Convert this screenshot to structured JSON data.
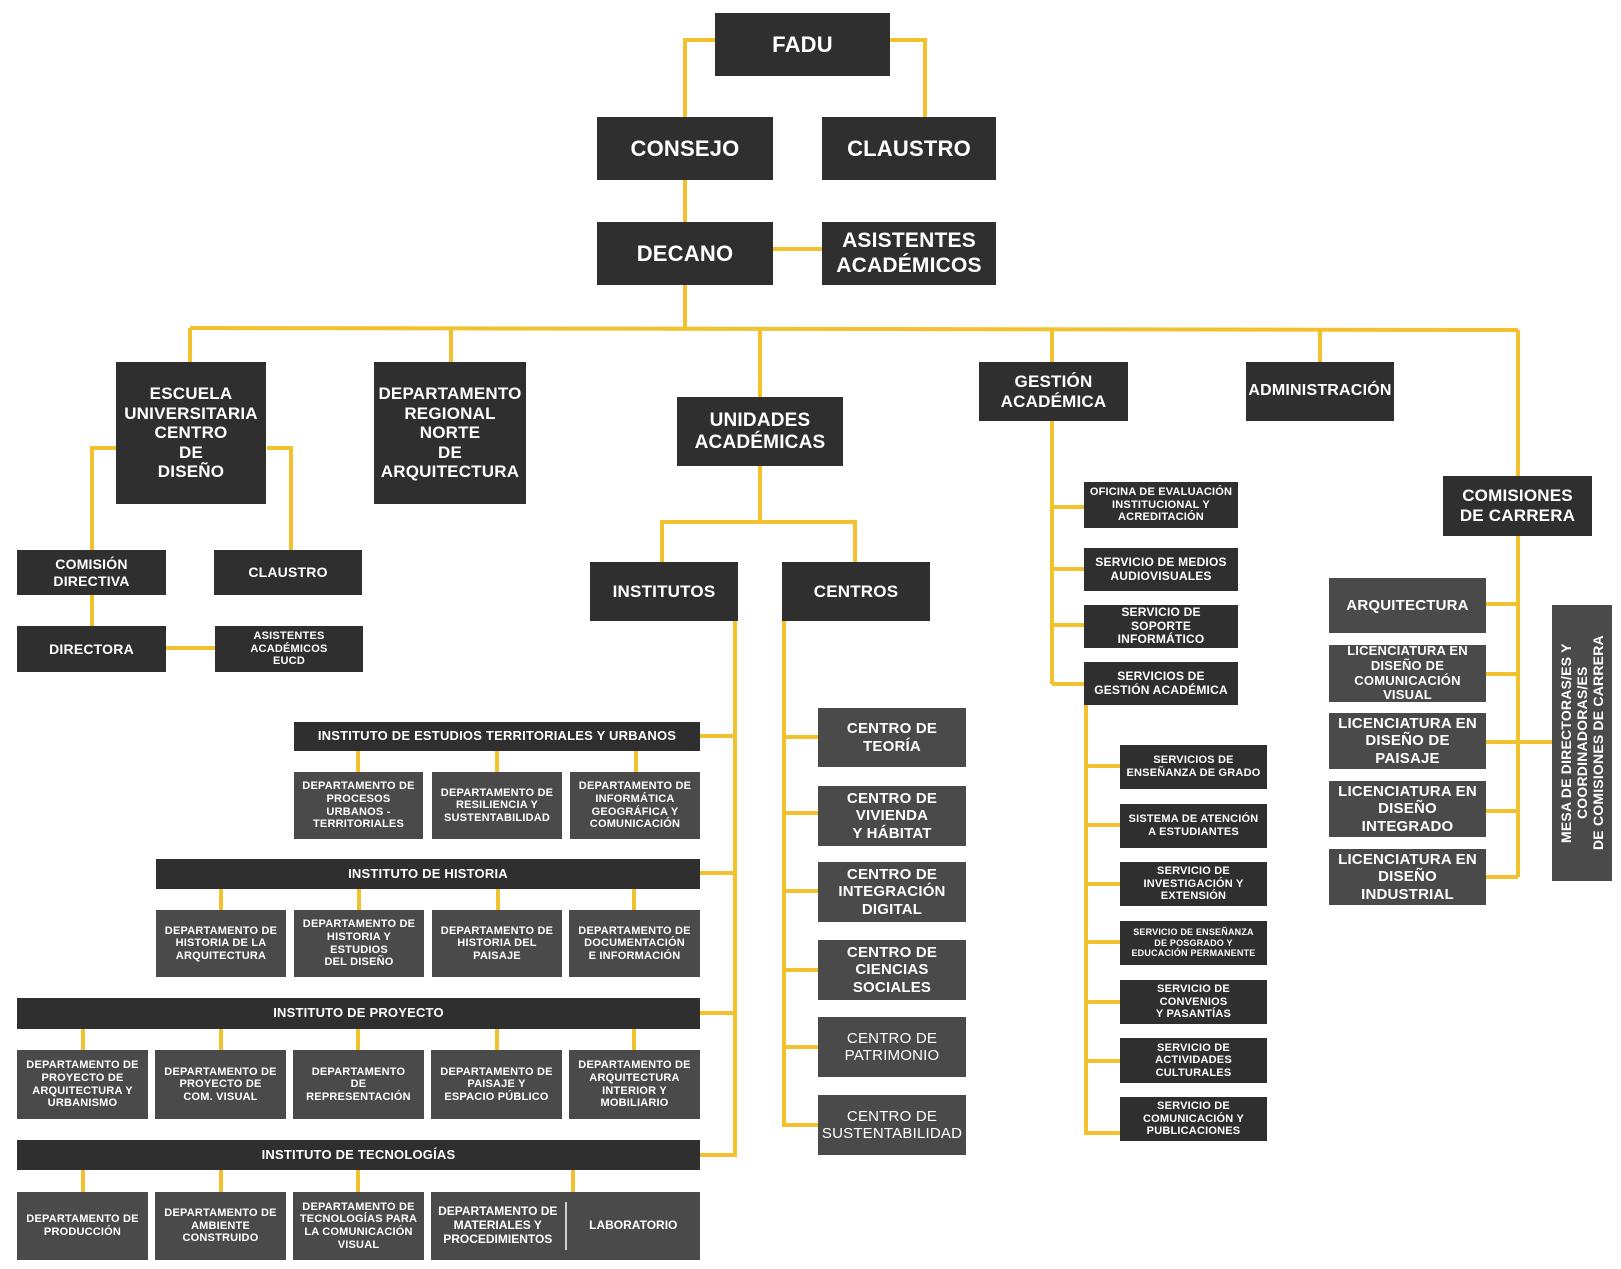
{
  "colors": {
    "connector": "#f2c12e",
    "box_dark": "#2f2f2f",
    "box_medium": "#4a4a4a",
    "text": "#ffffff"
  },
  "top": {
    "fadu": "FADU",
    "consejo": "CONSEJO",
    "claustro": "CLAUSTRO",
    "decano": "DECANO",
    "asistentes": "ASISTENTES\nACADÉMICOS"
  },
  "branches": {
    "escuela": "ESCUELA\nUNIVERSITARIA\nCENTRO\nDE\nDISEÑO",
    "departamento_regional": "DEPARTAMENTO\nREGIONAL\nNORTE\nDE\nARQUITECTURA",
    "unidades": "UNIDADES\nACADÉMICAS",
    "gestion": "GESTIÓN\nACADÉMICA",
    "administracion": "ADMINISTRACIÓN",
    "comisiones": "COMISIONES\nDE CARRERA"
  },
  "escuela": {
    "comision_directiva": "COMISIÓN\nDIRECTIVA",
    "claustro": "CLAUSTRO",
    "directora": "DIRECTORA",
    "asistentes_eucd": "ASISTENTES\nACADÉMICOS\nEUCD"
  },
  "unidades": {
    "institutos": "INSTITUTOS",
    "centros": "CENTROS",
    "instituto_territoriales": {
      "title": "INSTITUTO DE ESTUDIOS TERRITORIALES Y URBANOS",
      "departments": [
        "DEPARTAMENTO DE\nPROCESOS\nURBANOS -\nTERRITORIALES",
        "DEPARTAMENTO DE\nRESILIENCIA Y\nSUSTENTABILIDAD",
        "DEPARTAMENTO DE\nINFORMÁTICA\nGEOGRÁFICA Y\nCOMUNICACIÓN"
      ]
    },
    "instituto_historia": {
      "title": "INSTITUTO DE HISTORIA",
      "departments": [
        "DEPARTAMENTO DE\nHISTORIA DE LA\nARQUITECTURA",
        "DEPARTAMENTO DE\nHISTORIA Y\nESTUDIOS\nDEL DISEÑO",
        "DEPARTAMENTO DE\nHISTORIA DEL\nPAISAJE",
        "DEPARTAMENTO DE\nDOCUMENTACIÓN\nE INFORMACIÓN"
      ]
    },
    "instituto_proyecto": {
      "title": "INSTITUTO DE PROYECTO",
      "departments": [
        "DEPARTAMENTO DE\nPROYECTO DE\nARQUITECTURA Y\nURBANISMO",
        "DEPARTAMENTO DE\nPROYECTO DE\nCOM. VISUAL",
        "DEPARTAMENTO\nDE\nREPRESENTACIÓN",
        "DEPARTAMENTO DE\nPAISAJE Y\nESPACIO PÚBLICO",
        "DEPARTAMENTO DE\nARQUITECTURA\nINTERIOR Y\nMOBILIARIO"
      ]
    },
    "instituto_tecnologias": {
      "title": "INSTITUTO DE TECNOLOGÍAS",
      "departments": [
        "DEPARTAMENTO DE\nPRODUCCIÓN",
        "DEPARTAMENTO DE\nAMBIENTE\nCONSTRUIDO",
        "DEPARTAMENTO DE\nTECNOLOGÍAS PARA\nLA COMUNICACIÓN\nVISUAL",
        "DEPARTAMENTO DE\nMATERIALES Y\nPROCEDIMIENTOS"
      ],
      "laboratorio": "LABORATORIO"
    },
    "centros_list": [
      "CENTRO DE\nTEORÍA",
      "CENTRO DE\nVIVIENDA\nY HÁBITAT",
      "CENTRO DE\nINTEGRACIÓN\nDIGITAL",
      "CENTRO DE\nCIENCIAS\nSOCIALES",
      "CENTRO DE\nPATRIMONIO",
      "CENTRO DE\nSUSTENTABILIDAD"
    ]
  },
  "gestion": {
    "items": [
      "OFICINA DE EVALUACIÓN\nINSTITUCIONAL Y\nACREDITACIÓN",
      "SERVICIO DE MEDIOS\nAUDIOVISUALES",
      "SERVICIO DE\nSOPORTE INFORMÁTICO",
      "SERVICIOS DE\nGESTIÓN ACADÉMICA"
    ],
    "subitems": [
      "SERVICIOS DE\nENSEÑANZA DE GRADO",
      "SISTEMA DE ATENCIÓN\nA ESTUDIANTES",
      "SERVICIO DE\nINVESTIGACIÓN Y\nEXTENSIÓN",
      "SERVICIO DE ENSEÑANZA\nDE POSGRADO Y\nEDUCACIÓN PERMANENTE",
      "SERVICIO DE\nCONVENIOS\nY PASANTÍAS",
      "SERVICIO DE\nACTIVIDADES\nCULTURALES",
      "SERVICIO DE\nCOMUNICACIÓN Y\nPUBLICACIONES"
    ]
  },
  "comisiones": {
    "carreras": [
      "ARQUITECTURA",
      "LICENCIATURA EN\nDISEÑO DE\nCOMUNICACIÓN VISUAL",
      "LICENCIATURA EN\nDISEÑO DE PAISAJE",
      "LICENCIATURA EN\nDISEÑO INTEGRADO",
      "LICENCIATURA EN\nDISEÑO INDUSTRIAL"
    ],
    "mesa": "MESA DE DIRECTORAS/ES Y\nCOORDINADORAS/ES\nDE COMISIONES DE CARRERA"
  }
}
